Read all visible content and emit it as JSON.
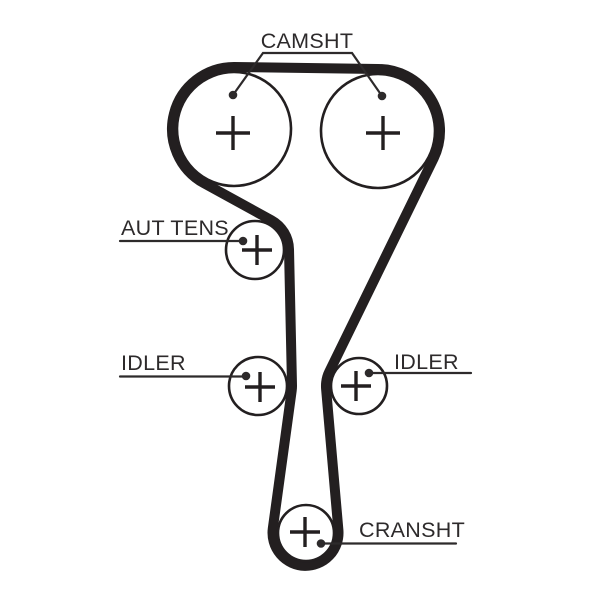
{
  "diagram": {
    "type": "timing-belt-routing-diagram",
    "background_color": "#ffffff",
    "belt_color": "#231f20",
    "line_color": "#2d2a2b",
    "labels": {
      "camshaft": "CAMSHT",
      "tensioner": "AUT TENS",
      "idler_left": "IDLER",
      "idler_right": "IDLER",
      "crankshaft": "CRANSHT"
    },
    "components": [
      {
        "name": "camshaft-pulley-left",
        "label": "CAMSHT",
        "marker": "+"
      },
      {
        "name": "camshaft-pulley-right",
        "label": "CAMSHT",
        "marker": "+"
      },
      {
        "name": "automatic-tensioner",
        "label": "AUT TENS",
        "marker": "+"
      },
      {
        "name": "idler-pulley-left",
        "label": "IDLER",
        "marker": "+"
      },
      {
        "name": "idler-pulley-right",
        "label": "IDLER",
        "marker": "+"
      },
      {
        "name": "crankshaft-pulley",
        "label": "CRANSHT",
        "marker": "+"
      }
    ]
  }
}
